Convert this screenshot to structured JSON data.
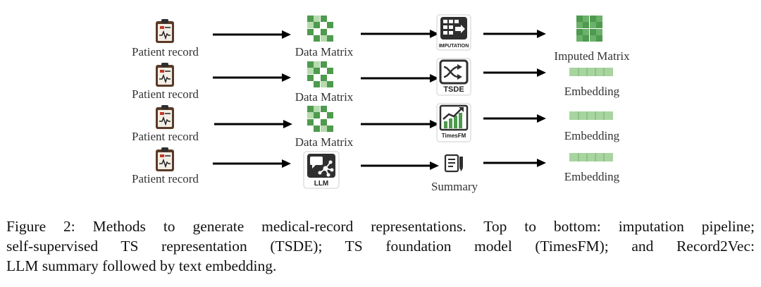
{
  "rows": [
    {
      "source": "Patient record",
      "stage1": "Data Matrix",
      "stage2": "IMPUTATION",
      "output": "Imputed Matrix"
    },
    {
      "source": "Patient record",
      "stage1": "Data Matrix",
      "stage2": "TSDE",
      "output": "Embedding"
    },
    {
      "source": "Patient record",
      "stage1": "Data Matrix",
      "stage2": "TimesFM",
      "output": "Embedding"
    },
    {
      "source": "Patient record",
      "stage1": "LLM",
      "stage2": "Summary",
      "output": "Embedding"
    }
  ],
  "caption": {
    "line1": "Figure 2: Methods to generate medical-record representations. Top to bottom: imputation pipeline;",
    "line2": "self-supervised TS representation (TSDE); TS foundation model (TimesFM); and Record2Vec:",
    "line3": "LLM summary followed by text embedding."
  },
  "colors": {
    "green_dark": "#3f8f3f",
    "green_light": "#a9d3a0",
    "arrow": "#000000"
  }
}
